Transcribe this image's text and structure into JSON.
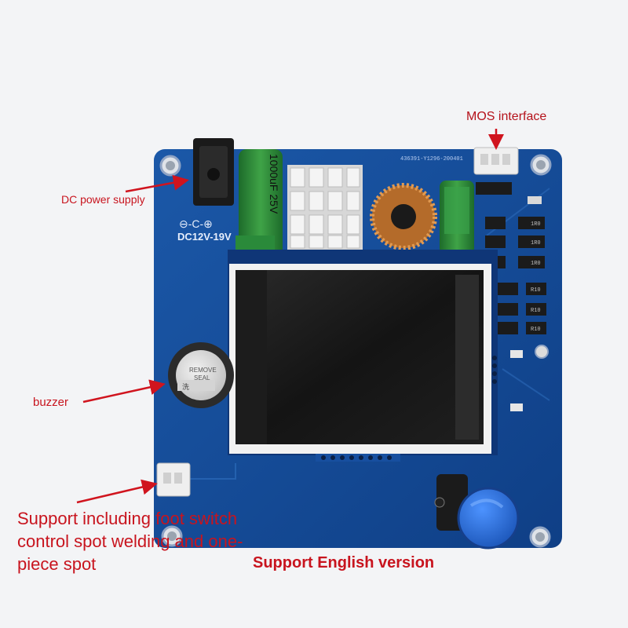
{
  "labels": {
    "mos_interface": "MOS interface",
    "dc_power_supply": "DC power supply",
    "buzzer": "buzzer",
    "foot_switch_note": "Support including foot switch control spot welding and one-piece spot",
    "english_version": "Support English version"
  },
  "board_markings": {
    "dc_polarity": "⊖-C-⊕",
    "dc_voltage": "DC12V-19V",
    "capacitor_large": "1000uF 25V",
    "buzzer_sticker_line1": "REMOVE",
    "buzzer_sticker_line2": "SEAL",
    "buzzer_sticker_char": "洗",
    "pcb_serial": "436391-Y1296-200401",
    "inductor_code": "R10",
    "resistor_code": "1R0"
  },
  "colors": {
    "background": "#f3f4f6",
    "pcb": "#124a9a",
    "pcb_dark": "#0d3a80",
    "label_red": "#c8141e",
    "display_black": "#1a1a1a",
    "knob_blue": "#2a6fd8"
  },
  "icons": {
    "arrow": "red-arrow-icon"
  }
}
